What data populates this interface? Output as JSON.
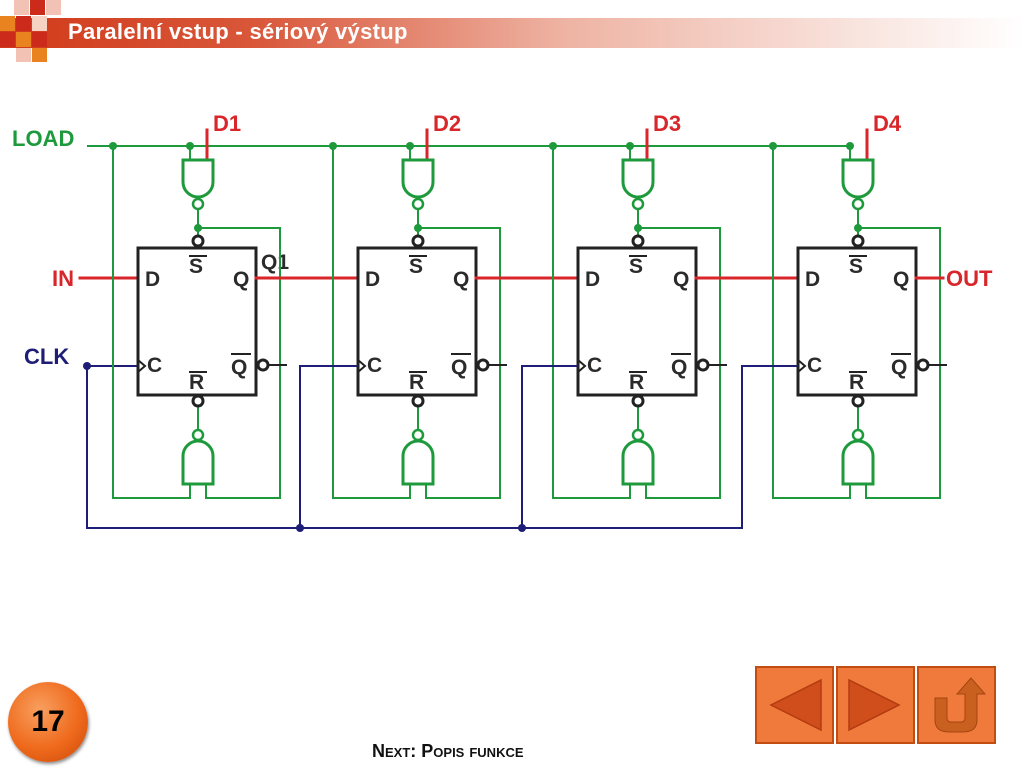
{
  "slide": {
    "title": "Paralelní vstup - sériový výstup",
    "page_number": "17",
    "next_label": "Next: Popis funkce"
  },
  "diagram": {
    "signals": {
      "load": "LOAD",
      "in": "IN",
      "clk": "CLK",
      "out": "OUT",
      "q1": "Q1"
    },
    "data_inputs": [
      "D1",
      "D2",
      "D3",
      "D4"
    ],
    "flipflop_pins": {
      "d": "D",
      "q": "Q",
      "c": "C",
      "qbar": "Q",
      "s": "S",
      "r": "R"
    },
    "colors": {
      "load_net": "#1e9a3c",
      "data_net": "#d8262a",
      "clock_net": "#1e1e78",
      "flipflop": "#222222"
    }
  },
  "navigation": {
    "buttons": [
      {
        "name": "previous-button",
        "icon": "triangle-left-icon"
      },
      {
        "name": "next-button",
        "icon": "triangle-right-icon"
      },
      {
        "name": "return-button",
        "icon": "u-turn-arrow-icon"
      }
    ],
    "accent": "#f07a3c"
  }
}
